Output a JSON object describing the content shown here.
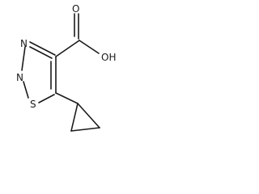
{
  "molecule": {
    "atoms": {
      "n_upper": "N",
      "n_lower": "N",
      "s": "S",
      "carbonyl_o": "O",
      "hydroxyl": "OH"
    }
  }
}
